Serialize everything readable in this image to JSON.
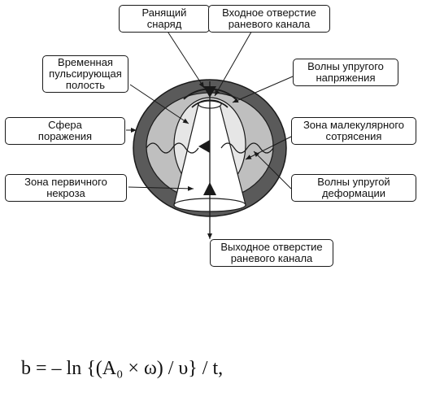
{
  "labels": {
    "projectile": [
      "Ранящий",
      "снаряд"
    ],
    "entrance": [
      "Входное отверстие",
      "раневого канала"
    ],
    "temp_cavity": [
      "Временная",
      "пульсирующая",
      "полость"
    ],
    "stress_waves": [
      "Волны упругого",
      "напряжения"
    ],
    "damage_sphere": [
      "Сфера",
      "поражения"
    ],
    "molecular_zone": [
      "Зона малекулярного",
      "сотрясения"
    ],
    "necrosis_zone": [
      "Зона первичного",
      "некроза"
    ],
    "deformation_waves": [
      "Волны упругой",
      "деформации"
    ],
    "exit": [
      "Выходное отверстие",
      "раневого канала"
    ]
  },
  "formula": "b = – ln {(A₀ × ω) / υ} / t,",
  "colors": {
    "outer_ring": "#5a5a5a",
    "middle_zone": "#bfbfbf",
    "inner_zone": "#e6e6e6",
    "cone": "#ffffff",
    "stroke": "#1a1a1a"
  }
}
